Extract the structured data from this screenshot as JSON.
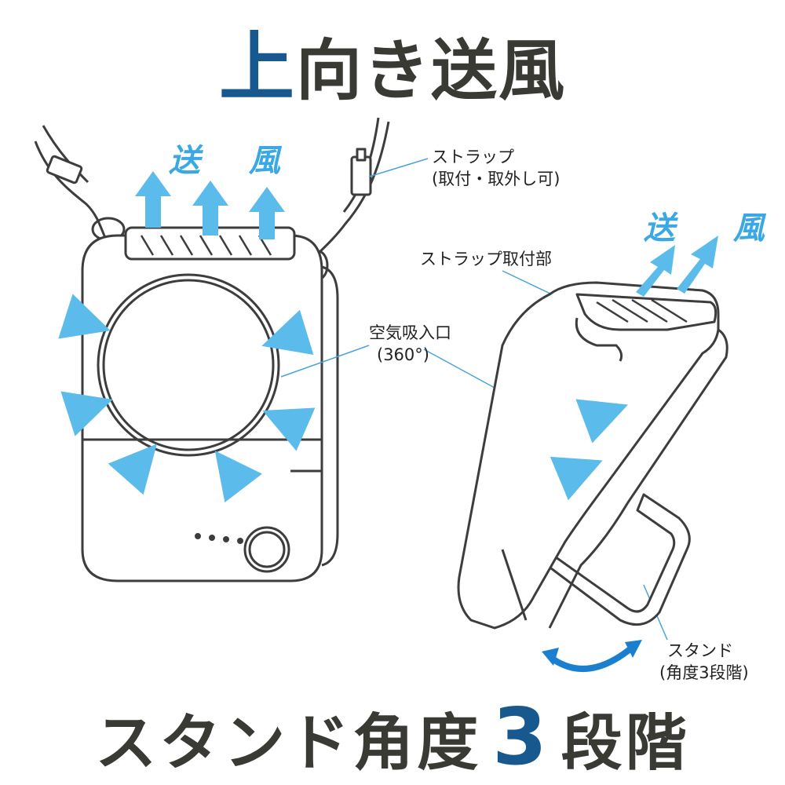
{
  "headline_top": {
    "accent": "上",
    "rest": "向き送風"
  },
  "headline_bottom": {
    "pre": "スタンド角度",
    "accent": "3",
    "post": "段階"
  },
  "wind_label_left": "送 風",
  "wind_label_right": "送 風",
  "labels": {
    "strap_line1": "ストラップ",
    "strap_line2": "(取付・取外し可)",
    "strap_mount": "ストラップ取付部",
    "air_intake_line1": "空気吸入口",
    "air_intake_line2": "(360°)",
    "stand_line1": "スタンド",
    "stand_line2": "(角度3段階)"
  },
  "colors": {
    "accent_blue": "#17588f",
    "arrow_blue": "#5bbcec",
    "dark_text": "#3a3a34",
    "line": "#3d3d3d"
  }
}
